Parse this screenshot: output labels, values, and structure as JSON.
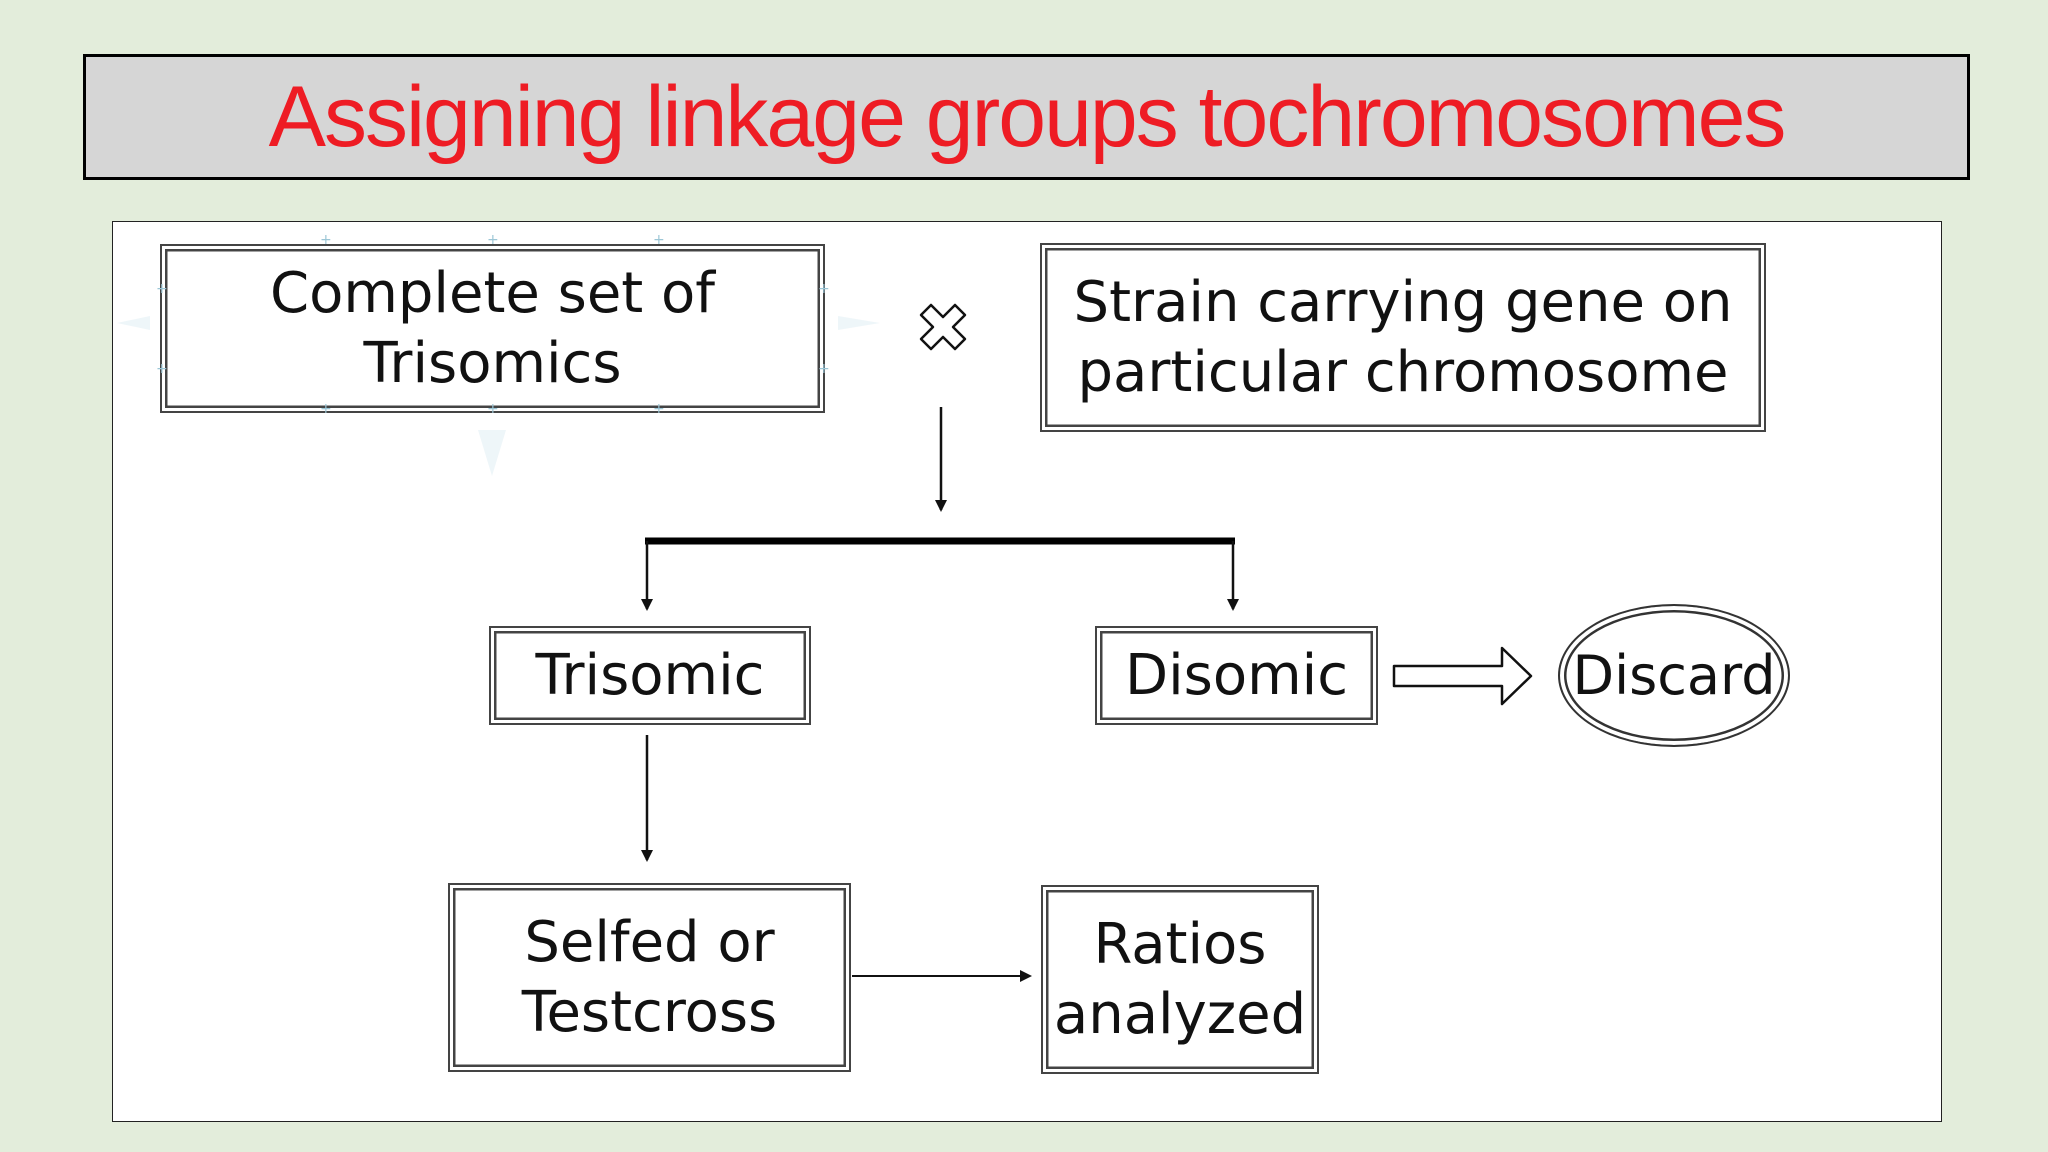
{
  "title": "Assigning linkage groups tochromosomes",
  "nodes": {
    "trisomics_set": [
      "Complete set of",
      "Trisomics"
    ],
    "strain": [
      "Strain carrying gene on",
      "particular chromosome"
    ],
    "trisomic": "Trisomic",
    "disomic": "Disomic",
    "discard": "Discard",
    "selfed": [
      "Selfed or",
      "Testcross"
    ],
    "ratios": [
      "Ratios",
      "analyzed"
    ]
  },
  "colors": {
    "title": "#ee1c24",
    "background": "#e3eddb",
    "title_bar": "#d6d6d6"
  },
  "icons": {
    "cross": "multiplication-cross-icon"
  }
}
